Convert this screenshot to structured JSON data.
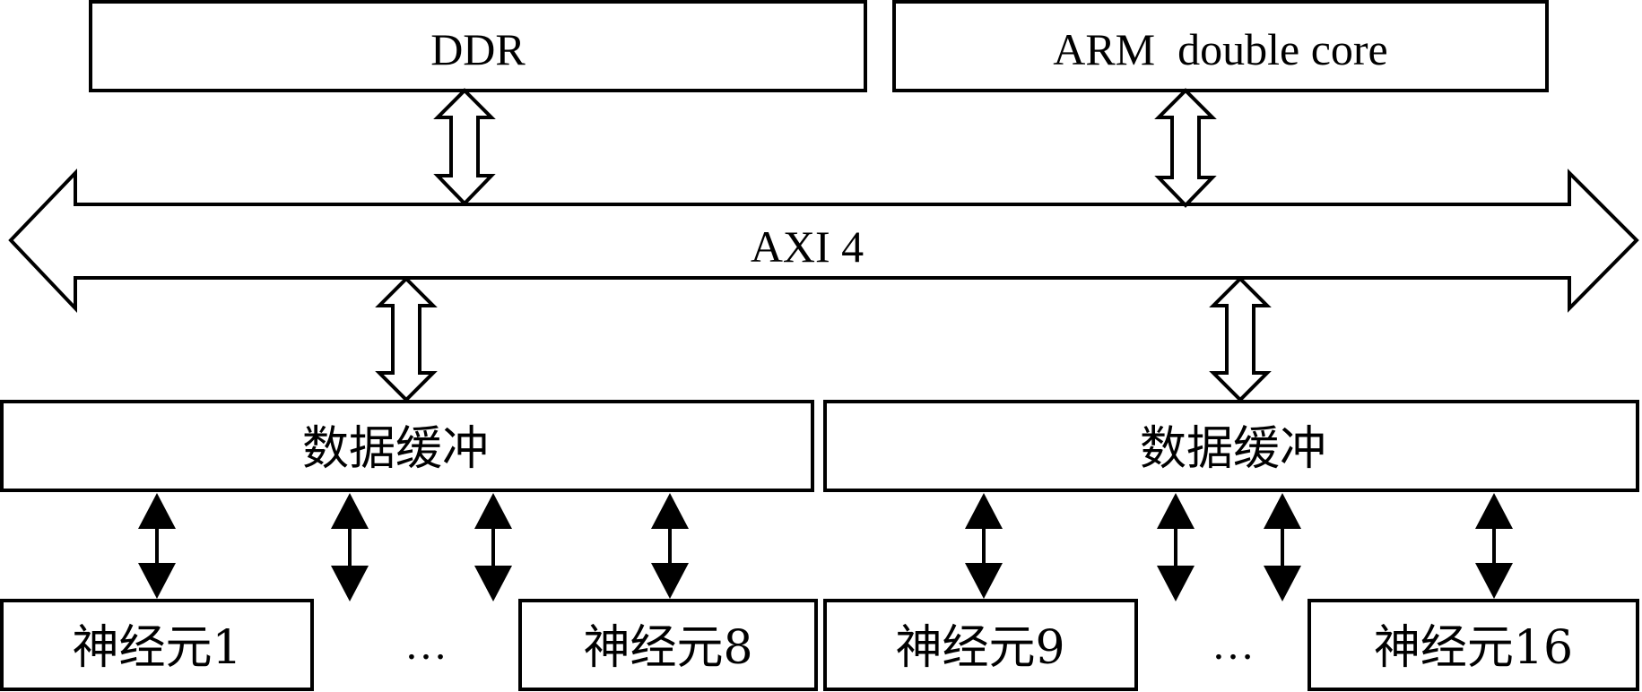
{
  "top_blocks": {
    "ddr": "DDR",
    "arm": "ARM  double core"
  },
  "bus": {
    "label": "AXI 4"
  },
  "buffers": {
    "left": "数据缓冲",
    "right": "数据缓冲"
  },
  "neurons": {
    "n1": "神经元1",
    "n8": "神经元8",
    "n9": "神经元9",
    "n16": "神经元16",
    "ellipsis_left": "…",
    "ellipsis_right": "…"
  },
  "colors": {
    "stroke": "#000000",
    "fill": "#ffffff"
  }
}
